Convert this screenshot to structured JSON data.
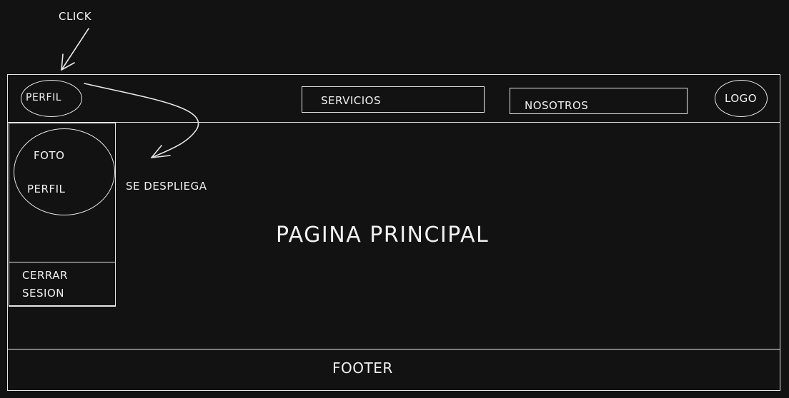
{
  "annotations": {
    "click": "CLICK",
    "dropdown_note": "SE DESPLIEGA"
  },
  "header": {
    "profile_label": "PERFIL",
    "nav": {
      "services": "SERVICIOS",
      "about": "NOSOTROS"
    },
    "logo_label": "LOGO"
  },
  "profile_dropdown": {
    "photo_line1": "FOTO",
    "photo_line2": "PERFIL",
    "logout_line1": "CERRAR",
    "logout_line2": "SESION"
  },
  "main": {
    "title": "PAGINA PRINCIPAL"
  },
  "footer": {
    "label": "FOOTER"
  },
  "colors": {
    "background": "#121212",
    "stroke": "#e6e6e6"
  }
}
